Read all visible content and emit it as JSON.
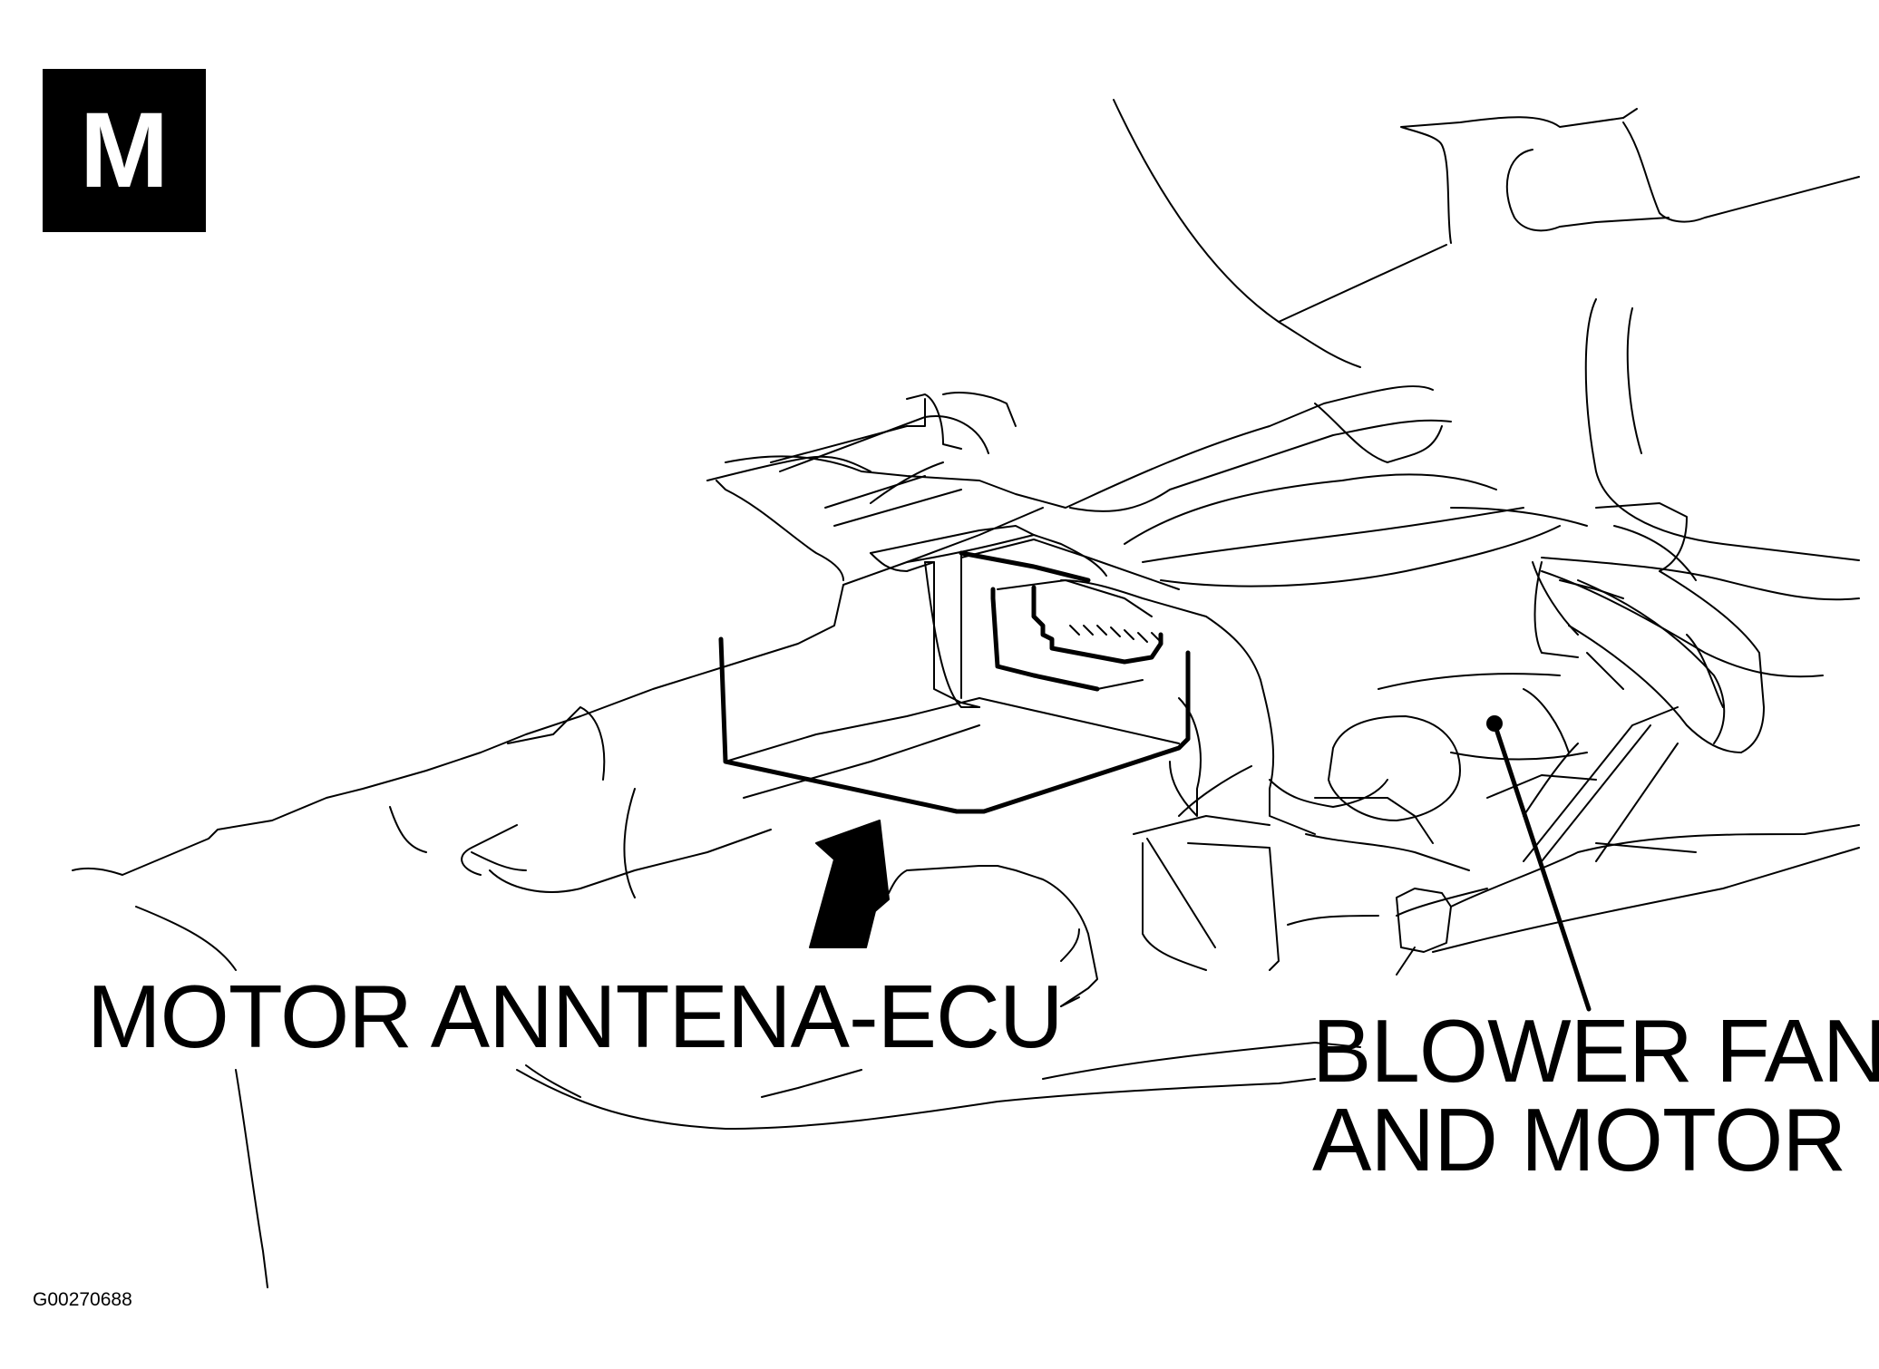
{
  "badge": {
    "letter": "M"
  },
  "callouts": {
    "ecu_label": "MOTOR ANNTENA-ECU",
    "blower_line1": "BLOWER FAN",
    "blower_line2": "AND MOTOR"
  },
  "figure_code": "G00270688",
  "colors": {
    "ink": "#000000",
    "background": "#ffffff"
  }
}
